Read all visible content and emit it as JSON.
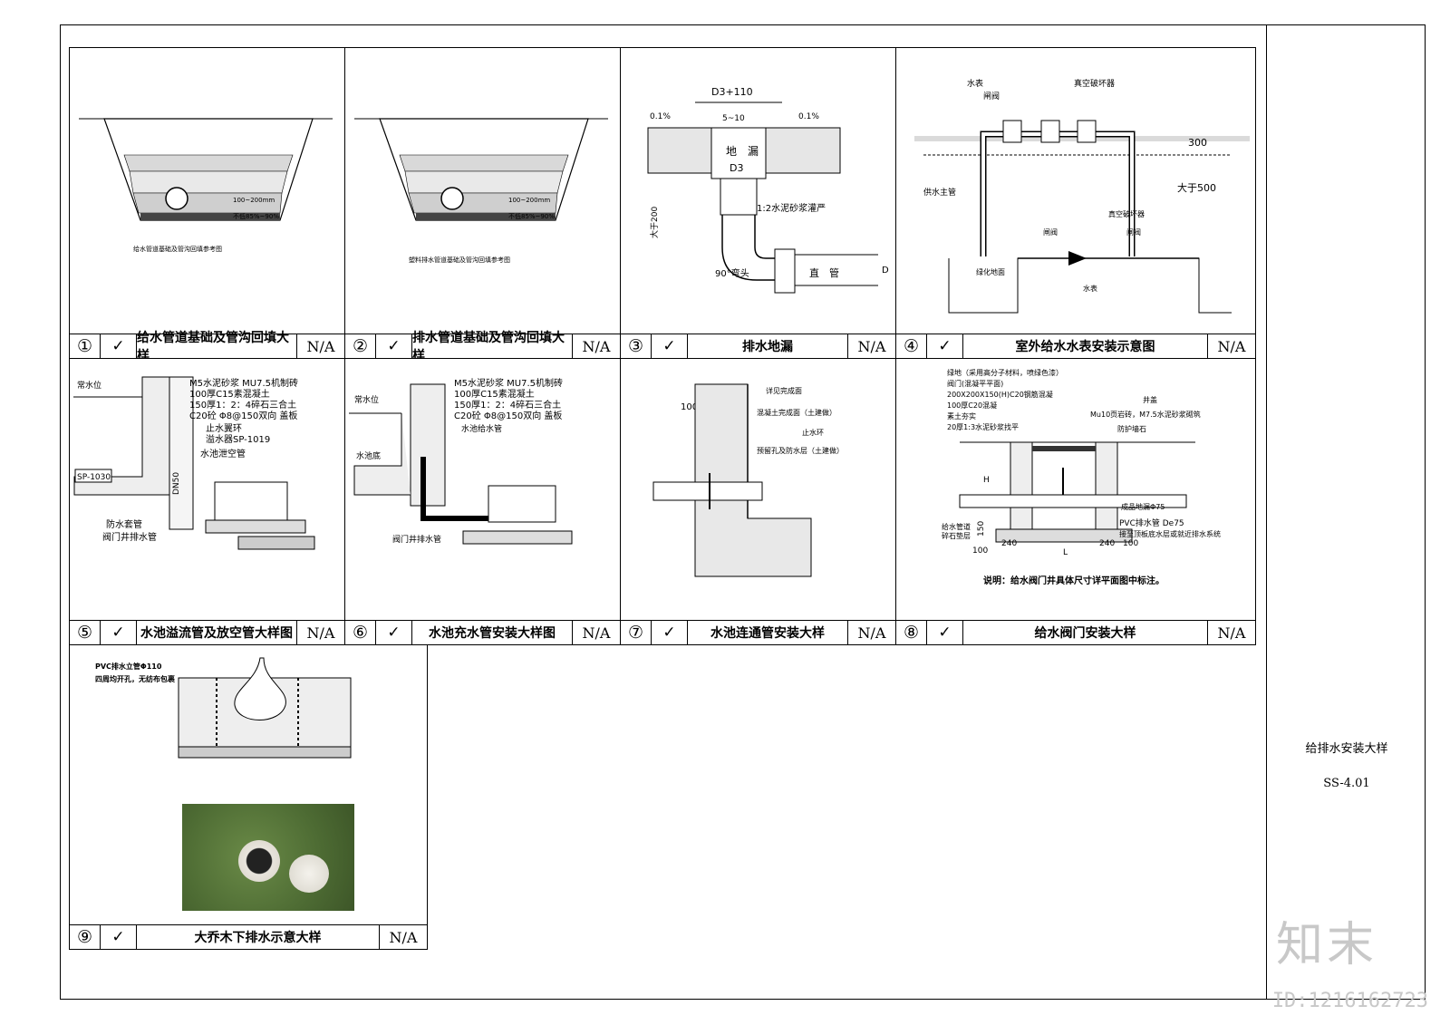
{
  "sheet": {
    "drawing_title": "给排水安装大样",
    "drawing_number": "SS-4.01",
    "watermark_logo": "知末",
    "watermark_id": "ID:1216162723"
  },
  "panels": [
    {
      "number": "①",
      "check": "✓",
      "title": "给水管道基础及管沟回填大样",
      "scale": "N/A",
      "subtitle": "给水管道基础及管沟回填参考图",
      "labels": {
        "l1": "100~200mm",
        "l2": "不低85%~90%"
      }
    },
    {
      "number": "②",
      "check": "✓",
      "title": "排水管道基础及管沟回填大样",
      "scale": "N/A",
      "subtitle": "塑料排水管道基础及管沟回填参考图",
      "labels": {
        "l1": "100~200mm",
        "l2": "不低85%~90%"
      }
    },
    {
      "number": "③",
      "check": "✓",
      "title": "排水地漏",
      "scale": "N/A",
      "labels": {
        "dim_top": "D3+110",
        "slope_left": "0.1%",
        "slope_right": "0.1%",
        "gap": "5~10",
        "drain": "地　漏",
        "d3": "D3",
        "mortar": "1:2水泥砂浆灌严",
        "depth": "大于200",
        "elbow": "90°弯头",
        "pipe": "直　管",
        "d": "D"
      }
    },
    {
      "number": "④",
      "check": "✓",
      "title": "室外给水水表安装示意图",
      "scale": "N/A",
      "labels": {
        "meter": "水表",
        "valve": "闸阀",
        "vacuum": "真空破坏器",
        "d300": "300",
        "d500": "大于500",
        "main": "供水主管",
        "vacuum2": "真空破坏器",
        "valve2": "闸阀",
        "valve3": "闸阀",
        "ground": "绿化地面",
        "meter2": "水表"
      }
    },
    {
      "number": "⑤",
      "check": "✓",
      "title": "水池溢流管及放空管大样图",
      "scale": "N/A",
      "labels": {
        "water": "常水位",
        "m1": "M5水泥砂浆 MU7.5机制砖",
        "m2": "100厚C15素混凝土",
        "m3": "150厚1：2：4碎石三合土",
        "m4": "C20砼 Φ8@150双向 盖板",
        "seal": "止水翼环",
        "overflow": "溢水器SP-1019",
        "empty": "水池泄空管",
        "sp": "SP-1030",
        "dn": "DN50",
        "sleeve": "防水套管",
        "drainpipe": "阀门井排水管"
      }
    },
    {
      "number": "⑥",
      "check": "✓",
      "title": "水池充水管安装大样图",
      "scale": "N/A",
      "labels": {
        "water": "常水位",
        "m1": "M5水泥砂浆 MU7.5机制砖",
        "m2": "100厚C15素混凝土",
        "m3": "150厚1：2：4碎石三合土",
        "m4": "C20砼 Φ8@150双向 盖板",
        "fill": "水池给水管",
        "bottom": "水池底",
        "drainpipe": "阀门井排水管"
      }
    },
    {
      "number": "⑦",
      "check": "✓",
      "title": "水池连通管安装大样",
      "scale": "N/A",
      "labels": {
        "d100": "100",
        "a1": "详见完成面",
        "a2": "混凝土完成面（土建做）",
        "a3": "止水环",
        "a4": "预留孔及防水层（土建做）"
      }
    },
    {
      "number": "⑧",
      "check": "✓",
      "title": "给水阀门安装大样",
      "scale": "N/A",
      "labels": {
        "top": "绿地（采用高分子材料，喷绿色漆）",
        "n1": "阀门(混凝平平面)",
        "n2": "200X200X150(H)C20钢筋混凝",
        "n3": "100厚C20混凝",
        "n4": "素土夯实",
        "n5": "20厚1:3水泥砂浆找平",
        "well": "井盖",
        "brick": "Mu10页岩砖，M7.5水泥砂浆砌筑",
        "wall": "防护墙石",
        "pipe": "给水管道",
        "base": "碎石垫层",
        "drain": "成品地漏Φ75",
        "pvc": "PVC排水管 De75",
        "pvc2": "接至顶板底水层或就近排水系统",
        "h": "H",
        "d150": "150",
        "d100": "100",
        "d240a": "240",
        "d240b": "240",
        "d100b": "100",
        "l": "L",
        "note": "说明：给水阀门井具体尺寸详平面图中标注。"
      }
    },
    {
      "number": "⑨",
      "check": "✓",
      "title": "大乔木下排水示意大样",
      "scale": "N/A",
      "labels": {
        "pvc": "PVC排水立管Φ110",
        "holes": "四周均开孔，无纺布包裹"
      }
    }
  ]
}
